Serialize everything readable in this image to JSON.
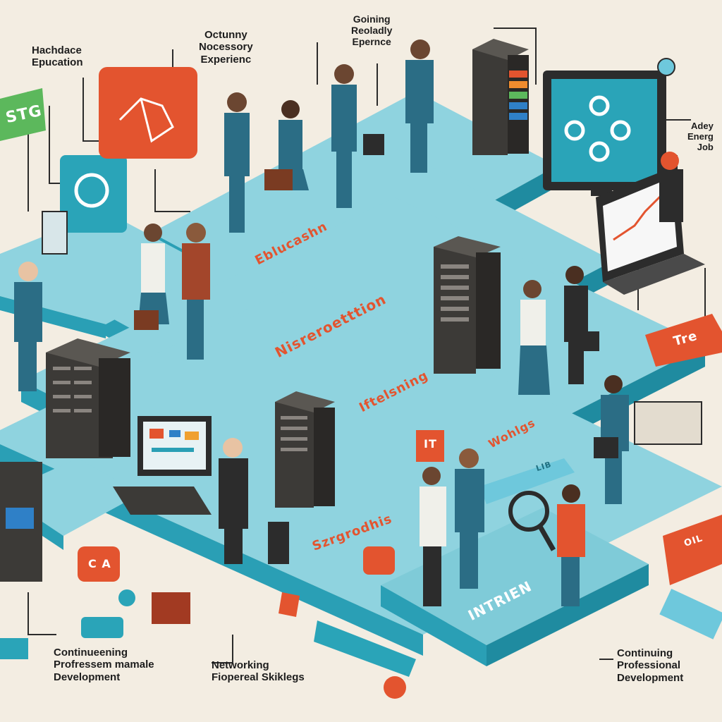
{
  "labels": {
    "top_left": [
      "Hachdace",
      "Epucation"
    ],
    "top_center_left": [
      "Octunny",
      "Nocessory",
      "Experienc"
    ],
    "top_center": [
      "Goining",
      "Reoladly",
      "Epernce"
    ],
    "right_top": [
      "Adey",
      "Energ",
      "Job"
    ],
    "bottom_left": [
      "Continueening",
      "Profressem mamale",
      "Development"
    ],
    "bottom_center": [
      "Networking",
      "Fiopereal Skiklegs"
    ],
    "bottom_right": [
      "Continuing",
      "Professional",
      "Development"
    ]
  },
  "platform_text": {
    "education": "Eblucashn",
    "networking": "Nisreroetttion",
    "internship": "Iftelsning",
    "it_badge": "IT",
    "workshops": "Wohlgs",
    "skills": "Szrgrodhis",
    "intern": "INTRIEN"
  },
  "signs": {
    "green_sign": "STG",
    "red_tag": "Tre",
    "ca_badge": "C A",
    "red_card": "OIL",
    "blue_tag": "LIB"
  },
  "colors": {
    "background": "#f3ede2",
    "platform_top": "#8fd3df",
    "platform_side": "#2a9fb5",
    "accent_red": "#e3542f",
    "server_dark": "#3c3a37"
  }
}
